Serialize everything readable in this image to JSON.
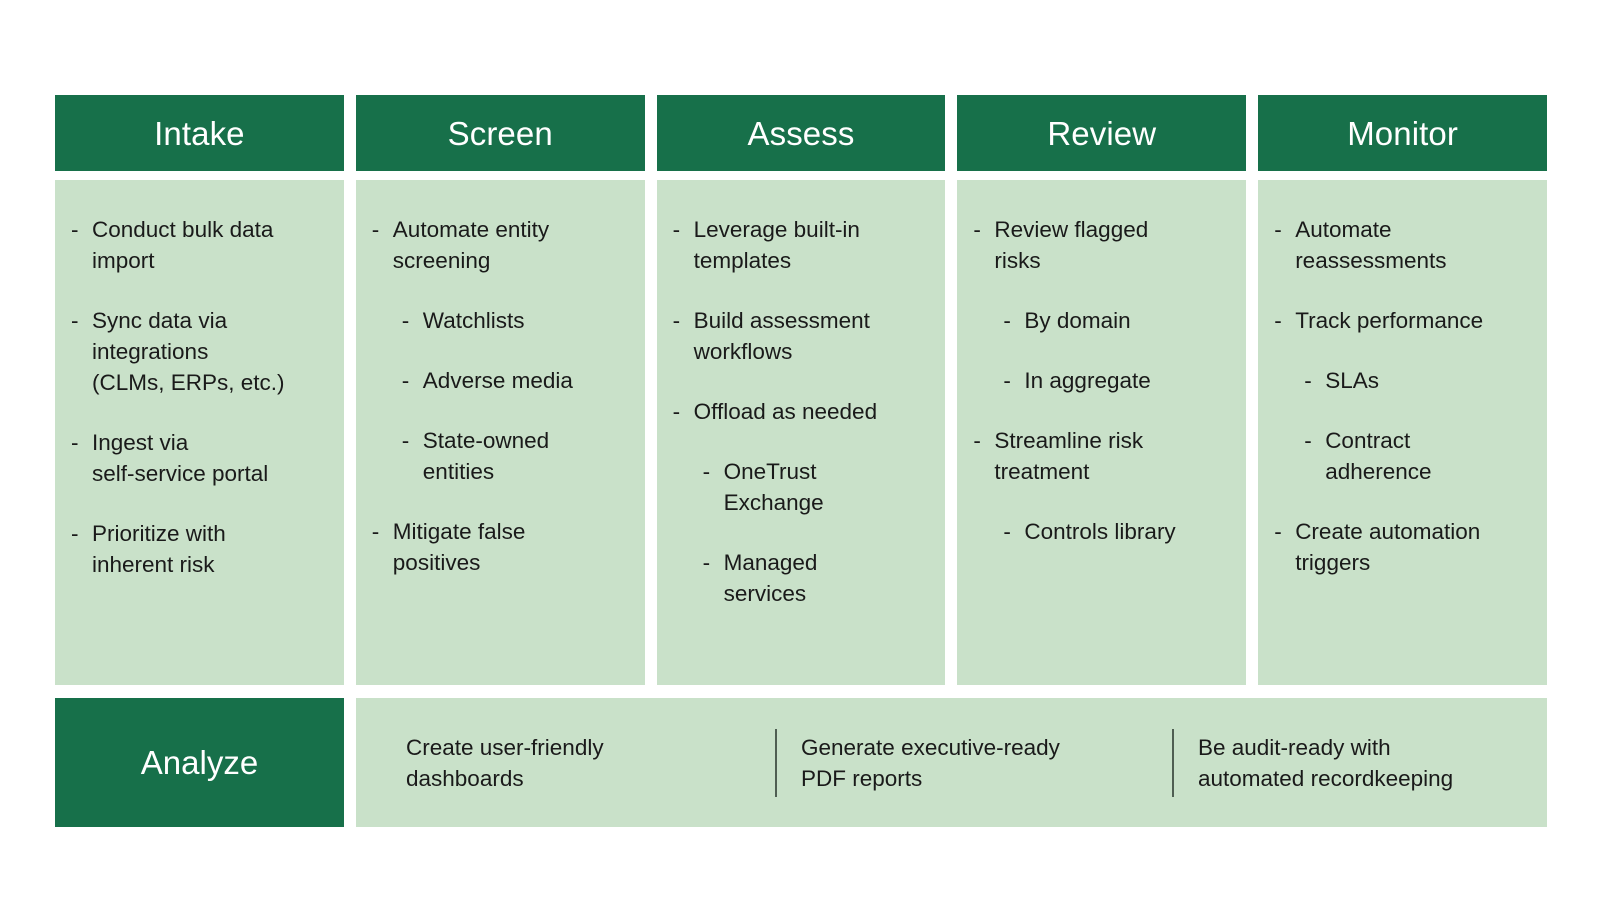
{
  "theme": {
    "dark_green": "#17704A",
    "light_green": "#C9E1C9",
    "text_color": "#1A1A1A",
    "header_text_color": "#FFFFFF",
    "rule_color": "#4F5E52",
    "background": "#FFFFFF"
  },
  "stages": [
    {
      "header": "Intake",
      "bullets": [
        {
          "level": 1,
          "marker": "-",
          "text": "Conduct bulk data\nimport"
        },
        {
          "level": 1,
          "marker": "-",
          "text": "Sync data via\nintegrations\n(CLMs, ERPs, etc.)"
        },
        {
          "level": 1,
          "marker": "-",
          "text": "Ingest via\nself-service portal"
        },
        {
          "level": 1,
          "marker": "-",
          "text": "Prioritize with\ninherent risk"
        }
      ]
    },
    {
      "header": "Screen",
      "bullets": [
        {
          "level": 1,
          "marker": "-",
          "text": "Automate entity\nscreening"
        },
        {
          "level": 2,
          "marker": "-",
          "text": "Watchlists"
        },
        {
          "level": 2,
          "marker": "-",
          "text": "Adverse media"
        },
        {
          "level": 2,
          "marker": "-",
          "text": "State-owned\nentities"
        },
        {
          "level": 1,
          "marker": "-",
          "text": "Mitigate false\npositives"
        }
      ]
    },
    {
      "header": "Assess",
      "bullets": [
        {
          "level": 1,
          "marker": "-",
          "text": "Leverage built-in\ntemplates"
        },
        {
          "level": 1,
          "marker": "-",
          "text": "Build assessment\nworkflows"
        },
        {
          "level": 1,
          "marker": "-",
          "text": "Offload as needed"
        },
        {
          "level": 2,
          "marker": "-",
          "text": "OneTrust\nExchange"
        },
        {
          "level": 2,
          "marker": "-",
          "text": "Managed\nservices"
        }
      ]
    },
    {
      "header": "Review",
      "bullets": [
        {
          "level": 1,
          "marker": "-",
          "text": "Review flagged\nrisks"
        },
        {
          "level": 2,
          "marker": "-",
          "text": "By domain"
        },
        {
          "level": 2,
          "marker": "-",
          "text": "In aggregate"
        },
        {
          "level": 1,
          "marker": "-",
          "text": "Streamline risk\ntreatment"
        },
        {
          "level": 2,
          "marker": "-",
          "text": "Controls library"
        }
      ]
    },
    {
      "header": "Monitor",
      "bullets": [
        {
          "level": 1,
          "marker": "-",
          "text": "Automate\nreassessments"
        },
        {
          "level": 1,
          "marker": "-",
          "text": "Track performance"
        },
        {
          "level": 2,
          "marker": "-",
          "text": "SLAs"
        },
        {
          "level": 2,
          "marker": "-",
          "text": "Contract\nadherence"
        },
        {
          "level": 1,
          "marker": "-",
          "text": "Create automation\ntriggers"
        }
      ]
    }
  ],
  "analyze": {
    "label": "Analyze",
    "items": [
      "Create user-friendly\ndashboards",
      "Generate executive-ready\nPDF reports",
      "Be audit-ready with\nautomated recordkeeping"
    ]
  }
}
